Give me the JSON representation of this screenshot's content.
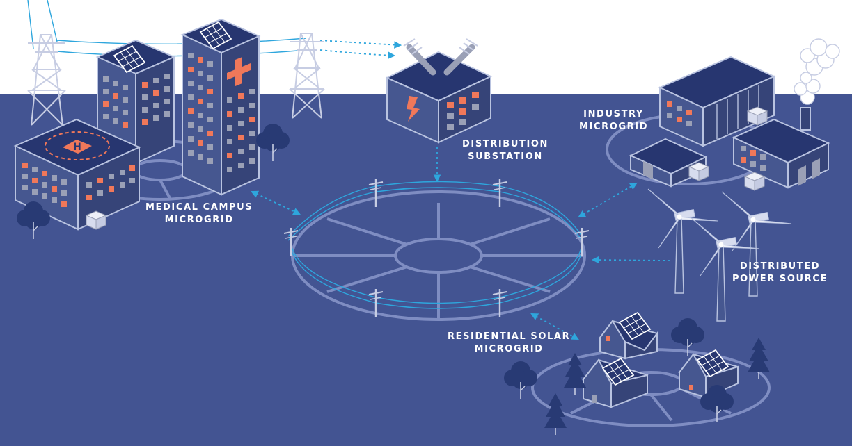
{
  "labels": {
    "medical": [
      "MEDICAL CAMPUS",
      "MICROGRID"
    ],
    "substation": [
      "DISTRIBUTION",
      "SUBSTATION"
    ],
    "industry": [
      "INDUSTRY",
      "MICROGRID"
    ],
    "distributed": [
      "DISTRIBUTED",
      "POWER SOURCE"
    ],
    "residential": [
      "RESIDENTIAL SOLAR",
      "MICROGRID"
    ]
  },
  "helipad_letter": "H",
  "colors": {
    "ground": "#435492",
    "sky": "#ffffff",
    "building_top": "#273670",
    "building_front": "#465790",
    "building_side": "#364478",
    "outline": "#b9c3e0",
    "accent": "#f0785a",
    "window_grey": "#9aa0b6",
    "grid_line": "#7f8dc2",
    "power_line": "#2ea6dd",
    "tree": "#283a74",
    "label": "#ffffff"
  },
  "icons": [
    "transmission-tower-icon",
    "utility-pole-icon",
    "wind-turbine-icon",
    "solar-panel-icon",
    "lightning-bolt-icon",
    "medical-cross-icon",
    "tree-icon",
    "smoke-icon"
  ]
}
